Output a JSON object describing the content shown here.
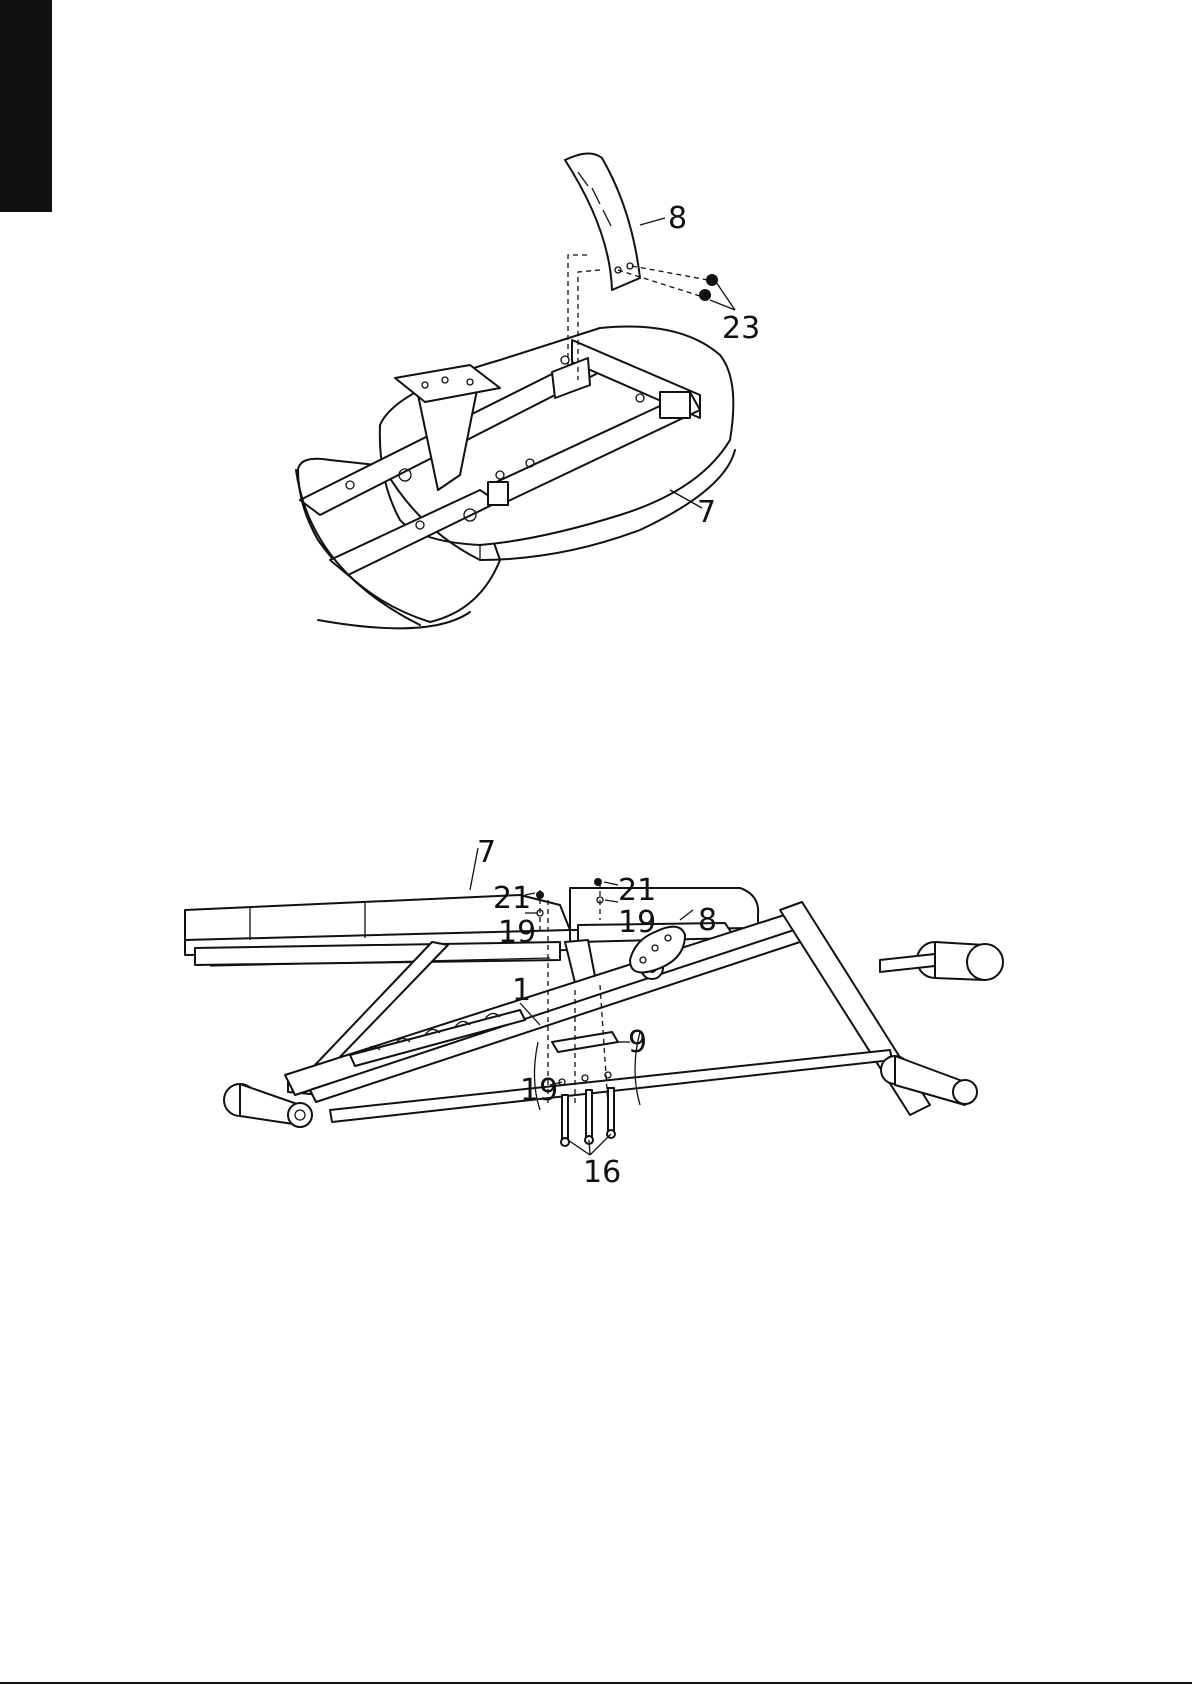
{
  "top_figure": {
    "callouts": [
      "8",
      "23",
      "7"
    ]
  },
  "bottom_figure": {
    "callouts": [
      "7",
      "21",
      "19",
      "21",
      "19",
      "8",
      "1",
      "9",
      "19",
      "16"
    ]
  }
}
